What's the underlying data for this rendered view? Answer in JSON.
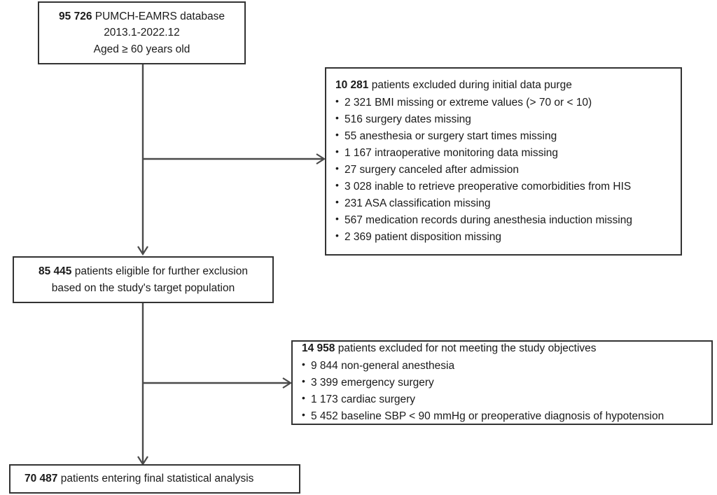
{
  "figure": {
    "type": "flowchart",
    "kind": "study-participant-flow-diagram"
  },
  "nodes": {
    "source_cohort": {
      "line1_number": "95 726",
      "line1_text": " PUMCH-EAMRS database",
      "line2": "2013.1-2022.12",
      "line3": "Aged ≥ 60 years old"
    },
    "exclusion_initial": {
      "title_number": "10 281",
      "title_text": " patients excluded during initial data purge",
      "bullets": [
        "2 321 BMI missing or extreme values (> 70 or < 10)",
        "516 surgery dates missing",
        "55 anesthesia or surgery start times missing",
        "1 167 intraoperative monitoring data missing",
        "27 surgery canceled after admission",
        "3 028 inable to retrieve preoperative comorbidities from HIS",
        "231 ASA classification missing",
        "567 medication records during anesthesia induction missing",
        "2 369 patient disposition missing"
      ]
    },
    "eligible_cohort": {
      "line1_number": "85 445",
      "line1_text": " patients eligible for further exclusion",
      "line2": "based on the study's target population"
    },
    "exclusion_objectives": {
      "title_number": "14 958",
      "title_text": " patients excluded for not meeting the study objectives",
      "bullets": [
        "9 844 non-general anesthesia",
        "3 399 emergency surgery",
        "1 173 cardiac surgery",
        "5 452 baseline SBP < 90 mmHg or preoperative diagnosis of hypotension"
      ]
    },
    "final_cohort": {
      "line1_number": "70 487",
      "line1_text": " patients entering final statistical analysis"
    }
  },
  "colors": {
    "box_border": "#333333",
    "connector": "#4a4a4a",
    "text": "#1a1a1a",
    "background": "#ffffff"
  }
}
